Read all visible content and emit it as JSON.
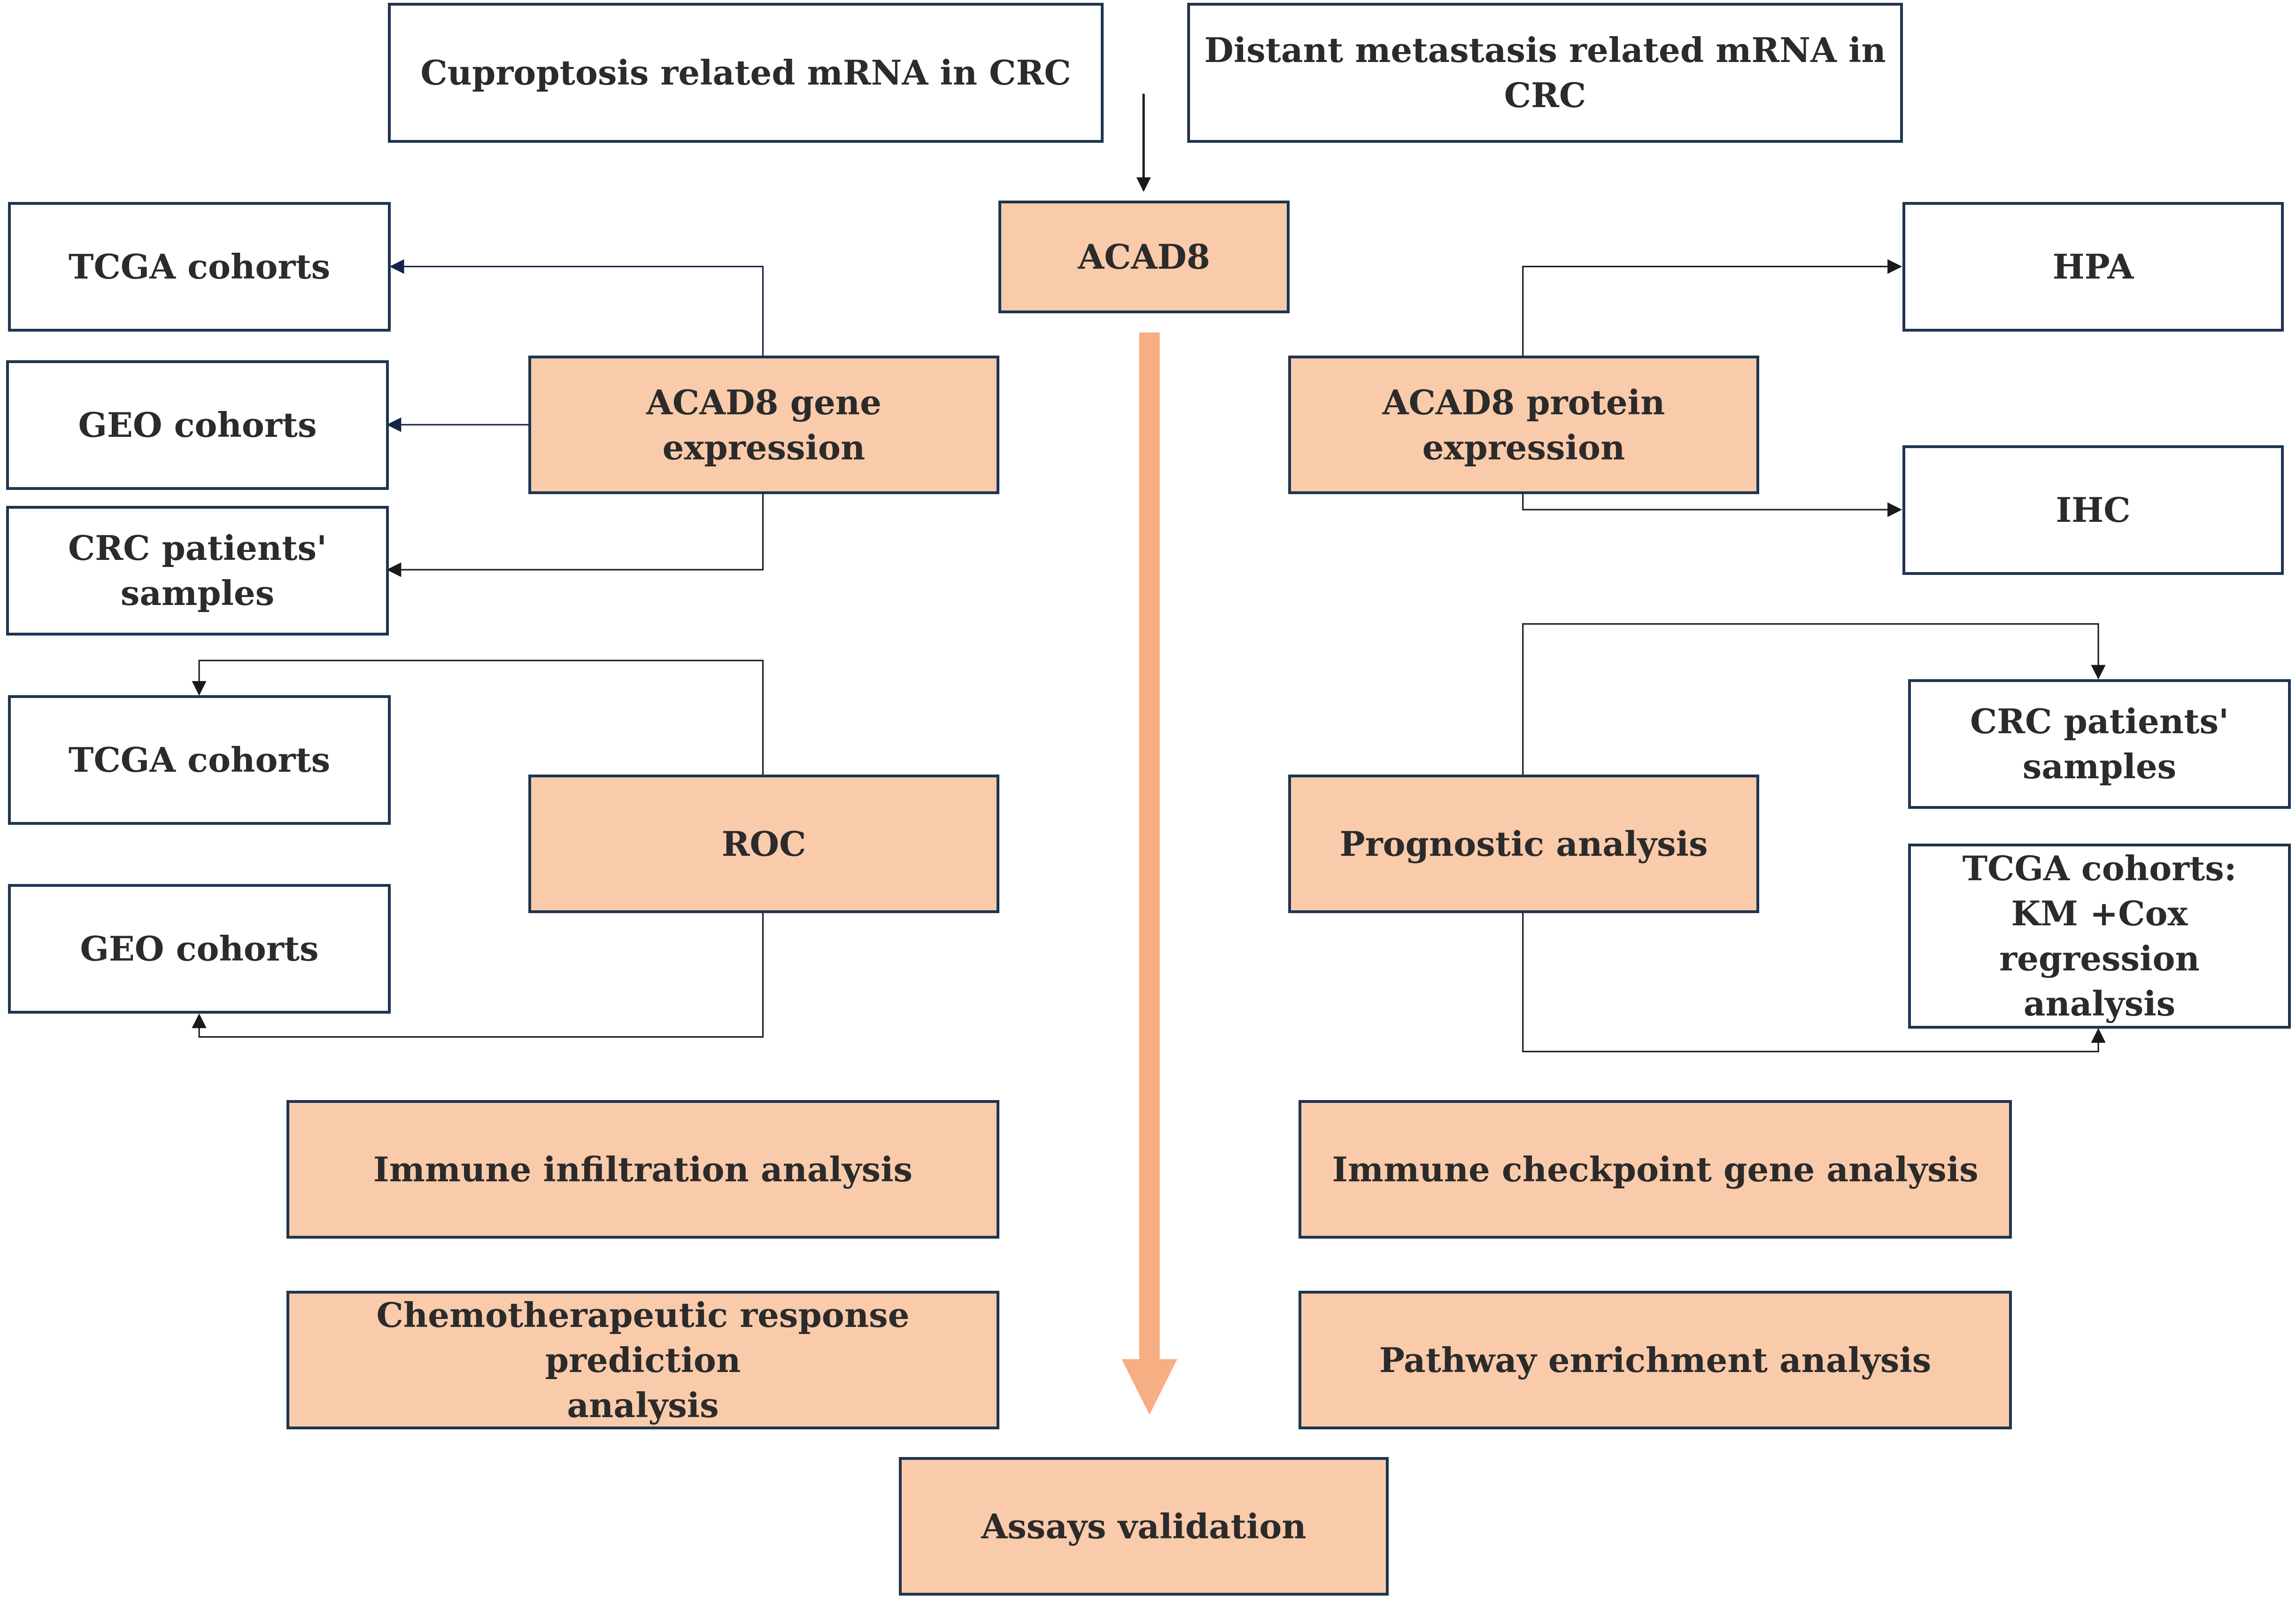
{
  "colors": {
    "box_border": "#1f3550",
    "accent_fill": "#f9cbab",
    "main_arrow": "#f6ae83",
    "connector": "#1a1a1a",
    "connector_dark_blue": "#14244a"
  },
  "source_boxes": {
    "cuproptosis": "Cuproptosis related mRNA in CRC",
    "metastasis": "Distant metastasis related mRNA in CRC"
  },
  "center": {
    "acad8": "ACAD8",
    "assays": "Assays validation"
  },
  "gene_expression": {
    "title": "ACAD8 gene\nexpression",
    "targets": [
      "TCGA cohorts",
      "GEO cohorts",
      "CRC patients'\nsamples"
    ]
  },
  "protein_expression": {
    "title": "ACAD8 protein\nexpression",
    "targets": [
      "HPA",
      "IHC"
    ]
  },
  "roc": {
    "title": "ROC",
    "targets": [
      "TCGA cohorts",
      "GEO cohorts"
    ]
  },
  "prognostic": {
    "title": "Prognostic analysis",
    "targets": [
      "CRC patients'\nsamples",
      "TCGA cohorts:\nKM +Cox regression\nanalysis"
    ]
  },
  "analyses": {
    "immune_infiltration": "Immune infiltration analysis",
    "immune_checkpoint": "Immune checkpoint gene analysis",
    "chemotherapeutic": "Chemotherapeutic response prediction\nanalysis",
    "pathway": "Pathway enrichment analysis"
  }
}
